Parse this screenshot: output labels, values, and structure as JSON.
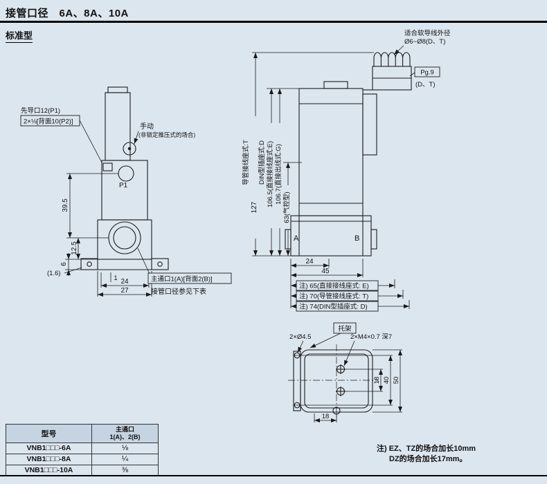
{
  "page": {
    "title": "接管口径　6A、8A、10A",
    "subtitle": "标准型"
  },
  "front_view": {
    "pilot_label_line1": "先导口12(P1)",
    "pilot_label_line2": "2×⅛[背面10(P2)]",
    "manual_label_line1": "手动",
    "manual_label_line2": "(非锁定推压式的场合)",
    "port_p1": "P1",
    "main_port_label_line1": "主通口1(A)[背面2(B)]",
    "main_port_label_line2": "接管口径参见下表",
    "dim_39_5": "39.5",
    "dim_12_5": "12.5",
    "dim_6": "6",
    "dim_1_6": "(1.6)",
    "dim_1": "1",
    "dim_24": "24",
    "dim_27": "27"
  },
  "side_view": {
    "cable_label_line1": "适合软导线外径",
    "cable_label_line2": "Ø6~Ø8(D、T)",
    "pg_label": "Pg.9",
    "pg_sub_label": "(D、T)",
    "dim_col_conduit": "导管接线座式:T",
    "dim_127": "127",
    "dim_col_din": "DIN型插座式:D",
    "dim_106_5": "106.5(直接接线座式:E)",
    "dim_106_7": "106.7(直接出线式:G)",
    "dim_63": "63(气控型)",
    "port_a": "A",
    "port_b": "B",
    "dim_24": "24",
    "dim_45": "45",
    "note_65": "注) 65(直接接线座式: E)",
    "note_70": "注) 70(导管接线座式: T)",
    "note_74": "注) 74(DIN型插座式: D)"
  },
  "bottom_view": {
    "holes_label": "2×Ø4.5",
    "bracket_label": "托架",
    "screws_label": "2×M4×0.7 深7",
    "dim_18_side": "18",
    "dim_40": "40",
    "dim_50": "50",
    "dim_18_bottom": "18"
  },
  "table": {
    "header_model": "型号",
    "header_port_line1": "主通口",
    "header_port_line2": "1(A)、2(B)",
    "rows": [
      {
        "model": "VNB1□□□-6A",
        "port": "⅛"
      },
      {
        "model": "VNB1□□□-8A",
        "port": "¼"
      },
      {
        "model": "VNB1□□□-10A",
        "port": "⅜"
      }
    ]
  },
  "footnote": {
    "line1": "注) EZ、TZ的场合加长10mm",
    "line2": "DZ的场合加长17mm。"
  }
}
